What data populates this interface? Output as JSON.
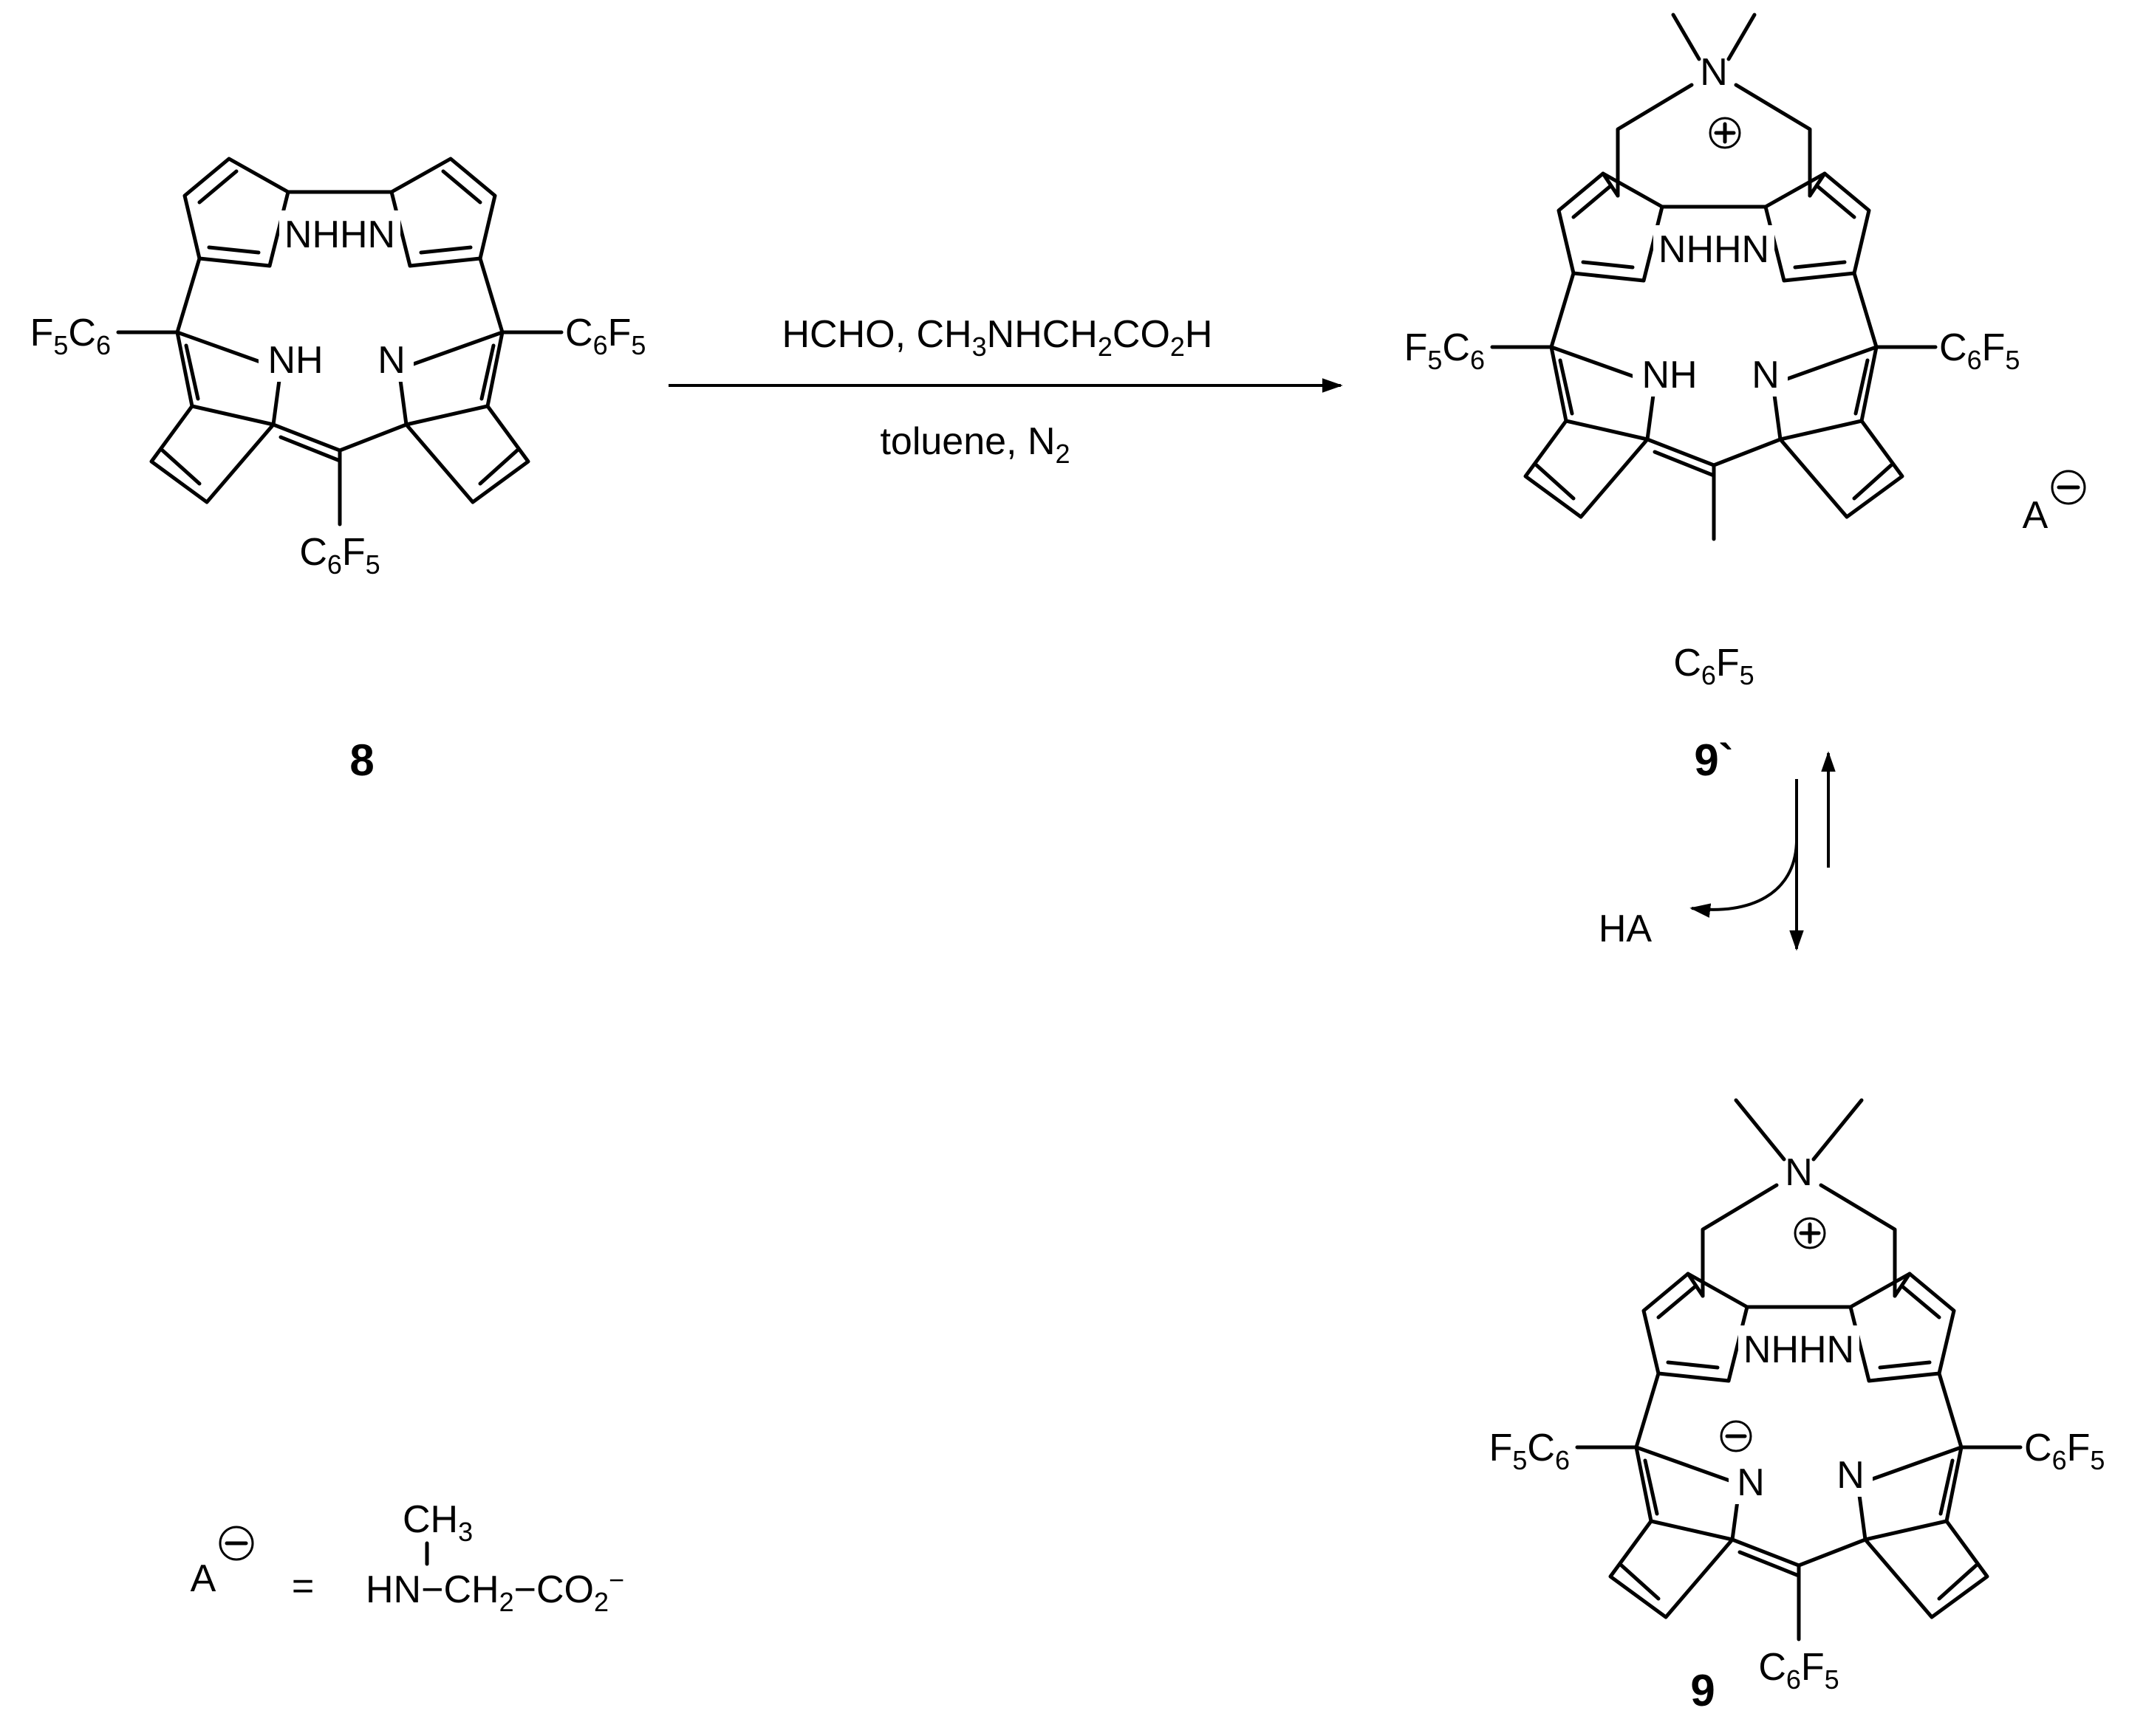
{
  "compounds": {
    "c8": "8",
    "c9prime": "9`",
    "c9": "9"
  },
  "reagents": {
    "line1": "HCHO,  CH3NHCH2CO2H",
    "line2": "toluene, N2"
  },
  "byproduct": "HA",
  "counterion": "A",
  "anion_definition": {
    "symbol": "A",
    "equals": "=",
    "formula_top": "CH3",
    "formula": "HN−CH2−CO2−"
  },
  "substituent": "C6F5",
  "atom_labels": {
    "nhhn": "NHHN",
    "nh": "NH",
    "n": "N",
    "n_plus": "N"
  },
  "charges": {
    "plus": "+",
    "minus": "−"
  }
}
